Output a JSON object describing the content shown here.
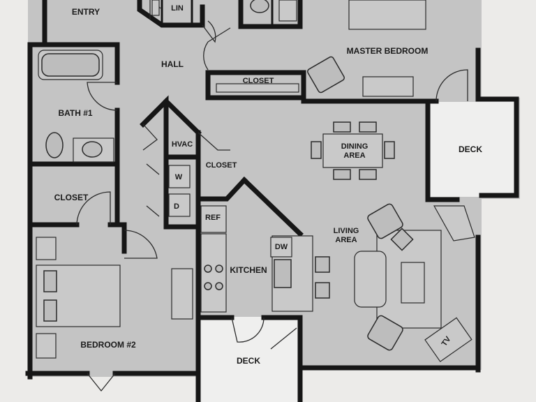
{
  "rooms": {
    "entry": "ENTRY",
    "lin": "LIN",
    "hall": "HALL",
    "master_bedroom": "MASTER BEDROOM",
    "master_closet": "CLOSET",
    "bath1": "BATH #1",
    "hvac": "HVAC",
    "hall_closet": "CLOSET",
    "washer": "W",
    "dryer": "D",
    "bedroom_closet": "CLOSET",
    "dining_line1": "DINING",
    "dining_line2": "AREA",
    "deck_right": "DECK",
    "ref": "REF",
    "dw": "DW",
    "kitchen": "KITCHEN",
    "living_line1": "LIVING",
    "living_line2": "AREA",
    "bedroom2": "BEDROOM #2",
    "deck_bottom": "DECK",
    "tv": "TV"
  }
}
